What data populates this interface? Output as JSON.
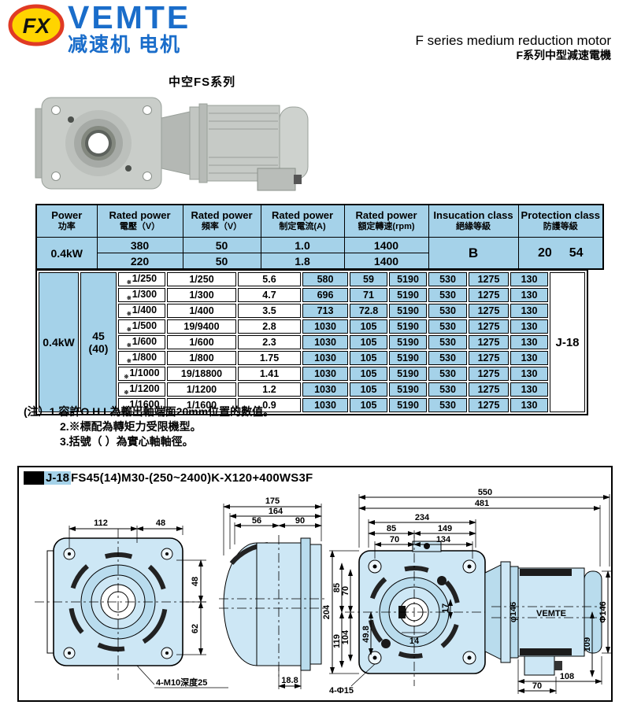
{
  "brand": {
    "logo_monogram": "FX",
    "name": "VEMTE",
    "tagline": "减速机 电机"
  },
  "header": {
    "title_en": "F series medium reduction motor",
    "title_zh": "F系列中型減速電機"
  },
  "product": {
    "series_label": "中空FS系列"
  },
  "colors": {
    "table_blue": "#a5d2e9",
    "brand_blue": "#1a6dca",
    "logo_red": "#e03a24",
    "logo_yellow": "#ffd400"
  },
  "spec_table": {
    "col_headers": [
      {
        "en": "Power",
        "zh": "功率"
      },
      {
        "en": "Rated power",
        "zh": "電壓（V）"
      },
      {
        "en": "Rated power",
        "zh": "頻率（V）"
      },
      {
        "en": "Rated power",
        "zh": "制定電流(A)"
      },
      {
        "en": "Rated power",
        "zh": "額定轉速(rpm)"
      },
      {
        "en": "Insucation class",
        "zh": "絕緣等級"
      },
      {
        "en": "Protection class",
        "zh": "防護等級"
      }
    ],
    "power": "0.4kW",
    "rows": [
      [
        "380",
        "50",
        "1.0",
        "1400"
      ],
      [
        "220",
        "50",
        "1.8",
        "1400"
      ]
    ],
    "insulation_class": "B",
    "protection_values": [
      "20",
      "54"
    ]
  },
  "ratio_table": {
    "power": "0.4kW",
    "shaft": "45",
    "shaft_note": "(40)",
    "mark": "※",
    "page_ref": "J-18",
    "rows": [
      [
        "1/250",
        "1/250",
        "5.6",
        "580",
        "59",
        "5190",
        "530",
        "1275",
        "130"
      ],
      [
        "1/300",
        "1/300",
        "4.7",
        "696",
        "71",
        "5190",
        "530",
        "1275",
        "130"
      ],
      [
        "1/400",
        "1/400",
        "3.5",
        "713",
        "72.8",
        "5190",
        "530",
        "1275",
        "130"
      ],
      [
        "1/500",
        "19/9400",
        "2.8",
        "1030",
        "105",
        "5190",
        "530",
        "1275",
        "130"
      ],
      [
        "1/600",
        "1/600",
        "2.3",
        "1030",
        "105",
        "5190",
        "530",
        "1275",
        "130"
      ],
      [
        "1/800",
        "1/800",
        "1.75",
        "1030",
        "105",
        "5190",
        "530",
        "1275",
        "130"
      ],
      [
        "1/1000",
        "19/18800",
        "1.41",
        "1030",
        "105",
        "5190",
        "530",
        "1275",
        "130"
      ],
      [
        "1/1200",
        "1/1200",
        "1.2",
        "1030",
        "105",
        "5190",
        "530",
        "1275",
        "130"
      ],
      [
        "1/1600",
        "1/1600",
        "0.9",
        "1030",
        "105",
        "5190",
        "530",
        "1275",
        "130"
      ]
    ]
  },
  "notes": {
    "line1": "(注）1.容許O.H.L為輸出軸端面20mm位置的數值。",
    "line2": "2.※標配為轉矩力受限機型。",
    "line3": "3.括號（ ）為實心軸軸徑。"
  },
  "drawing": {
    "ref": "J-18",
    "model": "FS45(14)M30-(250~2400)K-X120+400WS3F",
    "left_view": {
      "w_top_a": "112",
      "w_top_b": "48",
      "h_right_a": "48",
      "h_right_b": "62",
      "tap_note": "4-M10深度25"
    },
    "mid_view": {
      "d175": "175",
      "d164": "164",
      "d56": "56",
      "d90": "90",
      "d18_8": "18.8"
    },
    "right_view": {
      "total550": "550",
      "flange481": "481",
      "box234": "234",
      "t85": "85",
      "t149": "149",
      "t70": "70",
      "t134": "134",
      "h204": "204",
      "l85": "85",
      "l119": "119",
      "l70": "70",
      "l104": "104",
      "k49_8": "49.8",
      "c17": "17",
      "c14": "14",
      "holes": "4-Φ15",
      "body_dia": "φ146",
      "end_dia": "Φ146",
      "v109": "109",
      "b108": "108",
      "b70": "70",
      "motor_brand": "VEMTE"
    }
  }
}
